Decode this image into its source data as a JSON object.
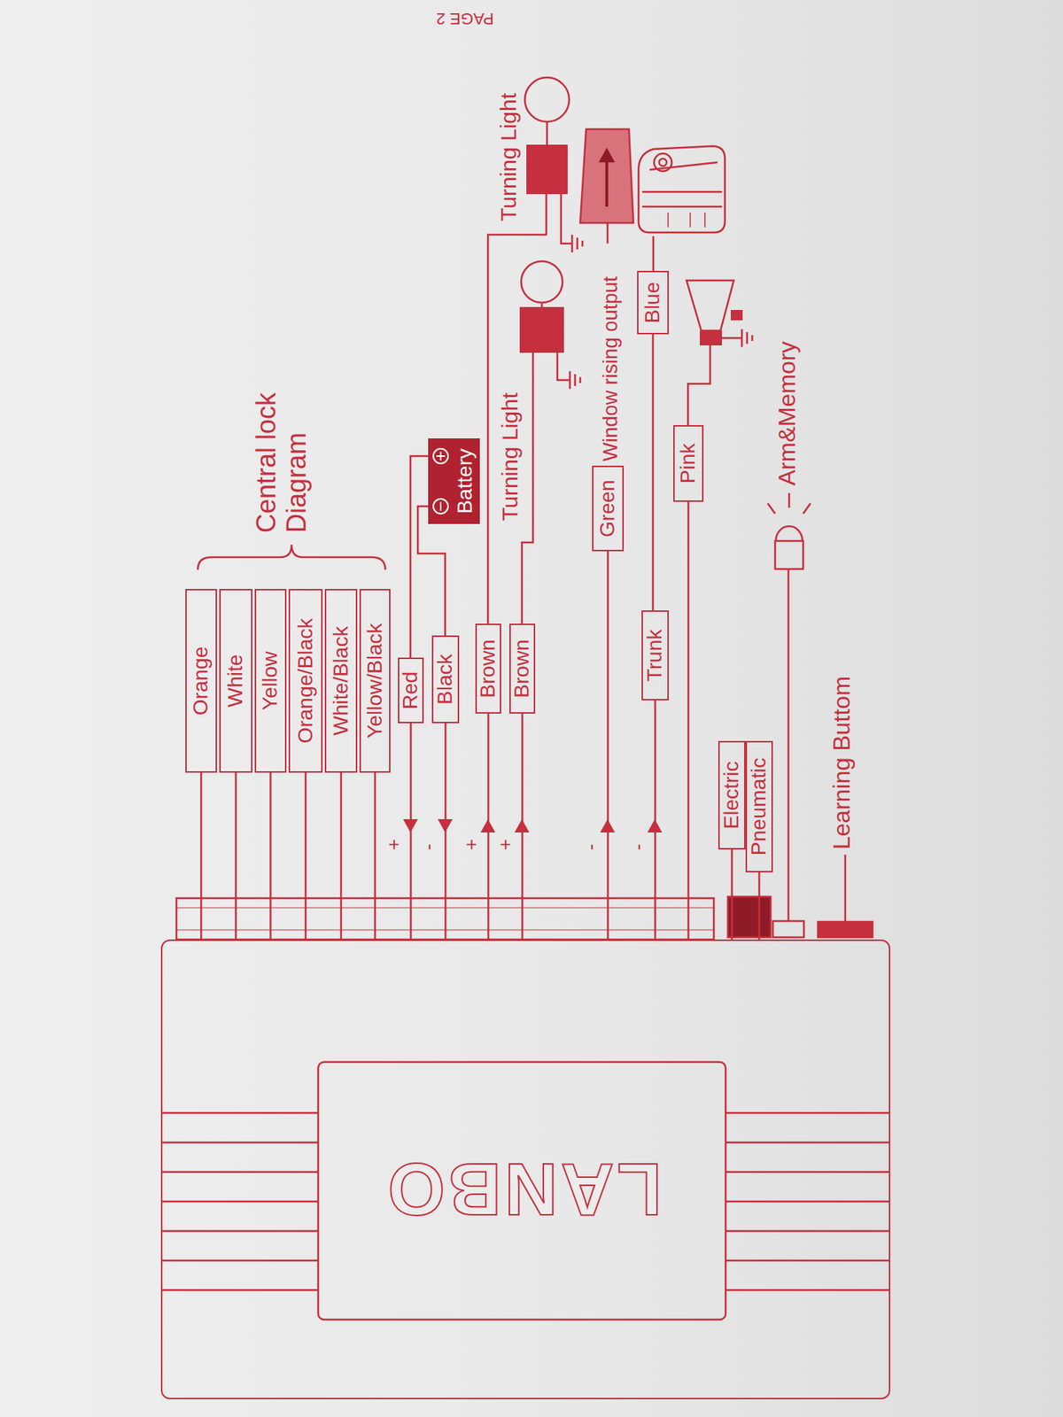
{
  "diagram": {
    "nodes": [
      {
        "text": [
          "LANBO"
        ]
      },
      {
        "text": [
          "Orange"
        ]
      },
      {
        "text": [
          "White"
        ]
      },
      {
        "text": [
          "Yellow"
        ]
      },
      {
        "text": [
          "Orange/Black"
        ]
      },
      {
        "text": [
          "White/Black"
        ]
      },
      {
        "text": [
          "Yellow/Black"
        ]
      },
      {
        "text": [
          "Red"
        ]
      },
      {
        "text": [
          "Black"
        ]
      },
      {
        "text": [
          "Brown"
        ]
      },
      {
        "text": [
          "Brown"
        ]
      },
      {
        "text": [
          "Battery"
        ]
      },
      {
        "text": [
          "Green"
        ]
      },
      {
        "text": [
          "Trunk"
        ]
      },
      {
        "text": [
          "Blue"
        ]
      },
      {
        "text": [
          "Pink"
        ]
      },
      {
        "text": [
          "Electric"
        ]
      },
      {
        "text": [
          "Pneumatic"
        ]
      }
    ],
    "edges": [
      {
        "from": 0,
        "to": 1,
        "arrow": "none"
      },
      {
        "from": 0,
        "to": 2,
        "arrow": "none"
      },
      {
        "from": 0,
        "to": 3,
        "arrow": "none"
      },
      {
        "from": 0,
        "to": 4,
        "arrow": "none"
      },
      {
        "from": 0,
        "to": 5,
        "arrow": "none"
      },
      {
        "from": 0,
        "to": 6,
        "arrow": "none"
      },
      {
        "from": 0,
        "to": 7,
        "arrow": "none"
      },
      {
        "from": 0,
        "to": 8,
        "arrow": "none"
      },
      {
        "from": 0,
        "to": 9,
        "arrow": "none"
      },
      {
        "from": 0,
        "to": 10,
        "arrow": "none"
      },
      {
        "from": 7,
        "to": 11,
        "arrow": "none"
      },
      {
        "from": 8,
        "to": 11,
        "arrow": "none"
      },
      {
        "from": 0,
        "to": 12,
        "arrow": "none"
      },
      {
        "from": 0,
        "to": 13,
        "arrow": "none"
      },
      {
        "from": 13,
        "to": 14,
        "arrow": "none"
      },
      {
        "from": 0,
        "to": 15,
        "arrow": "none"
      },
      {
        "from": 0,
        "to": 16,
        "arrow": "none"
      },
      {
        "from": 0,
        "to": 17,
        "arrow": "none"
      }
    ],
    "labels": [
      "PAGE 2",
      "Central lock Diagram",
      "+",
      "-",
      "+",
      "+",
      "Turning Light",
      "Turning Light",
      "Window rising output",
      "-",
      "-",
      "Arm&Memory",
      "Learning Buttom"
    ]
  }
}
